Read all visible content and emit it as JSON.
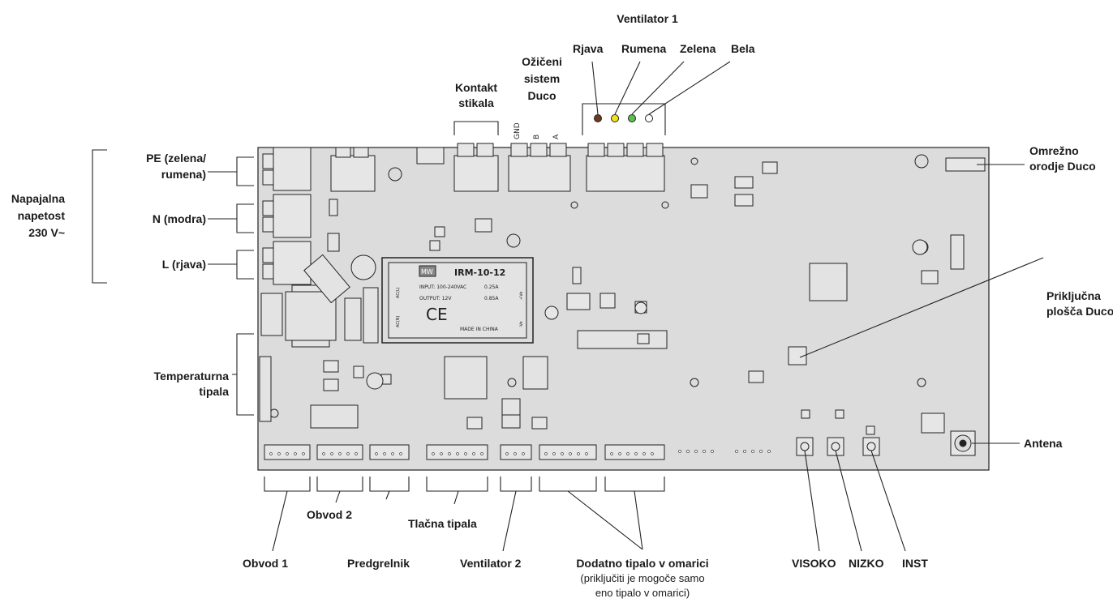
{
  "labels": {
    "ventilator1": "Ventilator 1",
    "rjava": "Rjava",
    "rumena": "Rumena",
    "zelena": "Zelena",
    "bela": "Bela",
    "ozicen_l1": "Ožičeni",
    "ozicen_l2": "sistem",
    "ozicen_l3": "Duco",
    "kontakt_l1": "Kontakt",
    "kontakt_l2": "stikala",
    "omrezno_l1": "Omrežno",
    "omrezno_l2": "orodje Duco",
    "napajalna_l1": "Napajalna",
    "napajalna_l2": "napetost",
    "napajalna_l3": "230 V~",
    "pe_l1": "PE (zelena/",
    "pe_l2": "rumena)",
    "n": "N (modra)",
    "l": "L (rjava)",
    "temp_l1": "Temperaturna",
    "temp_l2": "tipala",
    "prikljucna_l1": "Priključna",
    "prikljucna_l2": "plošča Duco",
    "antena": "Antena",
    "obvod1": "Obvod 1",
    "obvod2": "Obvod 2",
    "predgrelnik": "Predgrelnik",
    "tlacna": "Tlačna tipala",
    "ventilator2": "Ventilator 2",
    "dodatno": "Dodatno tipalo v omarici",
    "dodatno_note_l1": "(priključiti je mogoče samo",
    "dodatno_note_l2": "eno tipalo v omarici)",
    "visoko": "VISOKO",
    "nizko": "NIZKO",
    "inst": "INST"
  },
  "board_text": {
    "header_gnd": "GND",
    "header_b": "B",
    "header_a": "A",
    "psu_brand": "MW",
    "psu_model": "IRM-10-12",
    "psu_input": "INPUT:  100-240VAC",
    "psu_input_current": "0.25A",
    "psu_output": "OUTPUT:   12V",
    "psu_output_current": "0.85A",
    "psu_made": "MADE IN CHINA",
    "psu_ac1": "AC(L)",
    "psu_ac2": "AC(N)",
    "psu_plus": "+Vo",
    "psu_minus": "-Vo"
  },
  "colors": {
    "board": "#dcdcdc",
    "outline": "#222222",
    "wire_brown": "#6b3a1f",
    "wire_yellow": "#f2e21a",
    "wire_green": "#5cc04a",
    "wire_white": "#ffffff"
  }
}
